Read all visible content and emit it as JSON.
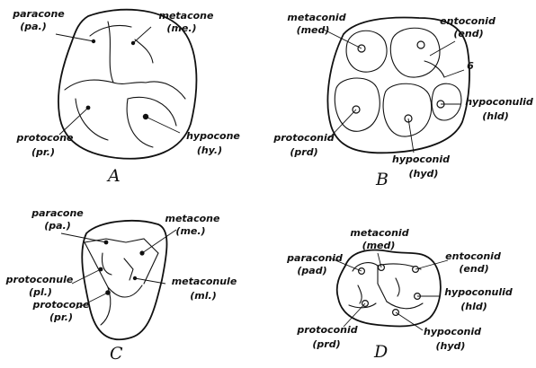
{
  "panels": {
    "A": {
      "figure_letter": "A",
      "labels": {
        "paracone": "paracone",
        "paracone_abbr": "(pa.)",
        "metacone": "metacone",
        "metacone_abbr": "(me.)",
        "protocone": "protocone",
        "protocone_abbr": "(pr.)",
        "hypocone": "hypocone",
        "hypocone_abbr": "(hy.)"
      }
    },
    "B": {
      "figure_letter": "B",
      "labels": {
        "metaconid": "metaconid",
        "metaconid_abbr": "(med)",
        "entoconid": "entoconid",
        "entoconid_abbr": "(end)",
        "marker_6": "6",
        "hypoconulid": "hypoconulid",
        "hypoconulid_abbr": "(hld)",
        "protoconid": "protoconid",
        "protoconid_abbr": "(prd)",
        "hypoconid": "hypoconid",
        "hypoconid_abbr": "(hyd)"
      }
    },
    "C": {
      "figure_letter": "C",
      "labels": {
        "paracone": "paracone",
        "paracone_abbr": "(pa.)",
        "metacone": "metacone",
        "metacone_abbr": "(me.)",
        "protoconule": "protoconule",
        "protoconule_abbr": "(pl.)",
        "metaconule": "metaconule",
        "metaconule_abbr": "(ml.)",
        "protocone": "protocone",
        "protocone_abbr": "(pr.)"
      }
    },
    "D": {
      "figure_letter": "D",
      "labels": {
        "metaconid": "metaconid",
        "metaconid_abbr": "(med)",
        "paraconid": "paraconid",
        "paraconid_abbr": "(pad)",
        "entoconid": "entoconid",
        "entoconid_abbr": "(end)",
        "hypoconulid": "hypoconulid",
        "hypoconulid_abbr": "(hld)",
        "protoconid": "protoconid",
        "protoconid_abbr": "(prd)",
        "hypoconid": "hypoconid",
        "hypoconid_abbr": "(hyd)"
      }
    }
  }
}
